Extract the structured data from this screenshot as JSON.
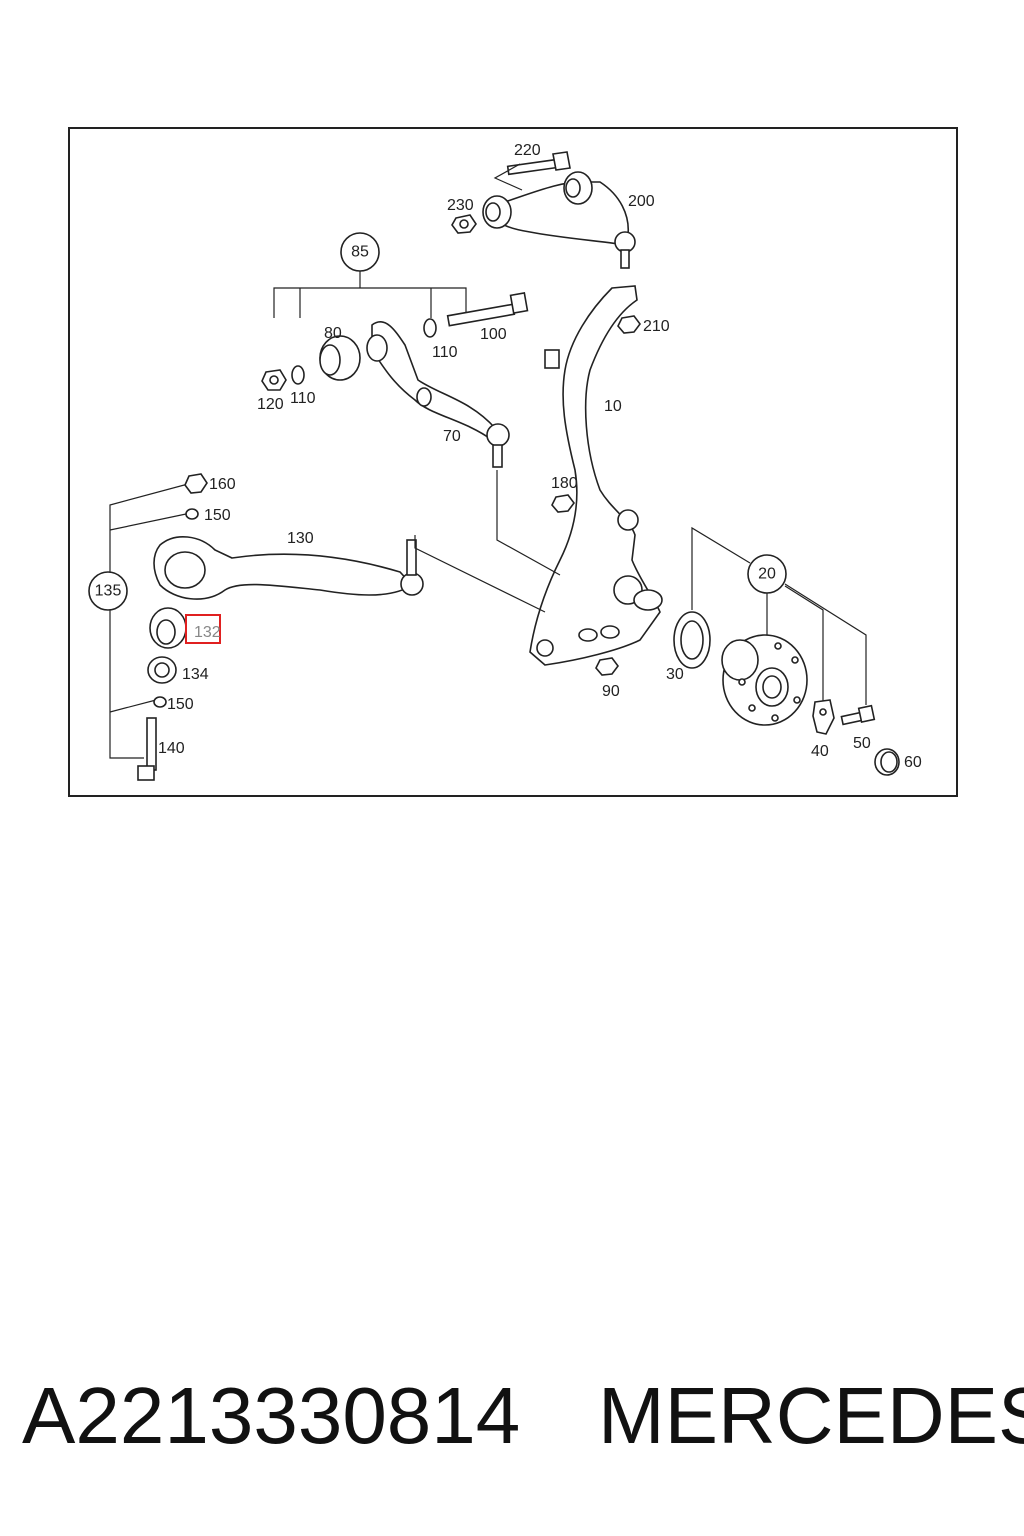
{
  "diagram": {
    "highlight_color": "#e02020",
    "highlighted_callout": "132",
    "group_callouts": [
      "85",
      "135",
      "20"
    ],
    "callouts": [
      "220",
      "230",
      "200",
      "80",
      "110",
      "100",
      "120",
      "110",
      "70",
      "210",
      "10",
      "160",
      "150",
      "130",
      "180",
      "132",
      "134",
      "150",
      "140",
      "30",
      "90",
      "40",
      "50",
      "60"
    ]
  },
  "footer": {
    "part_number": "A2213330814",
    "brand": "MERCEDES"
  }
}
